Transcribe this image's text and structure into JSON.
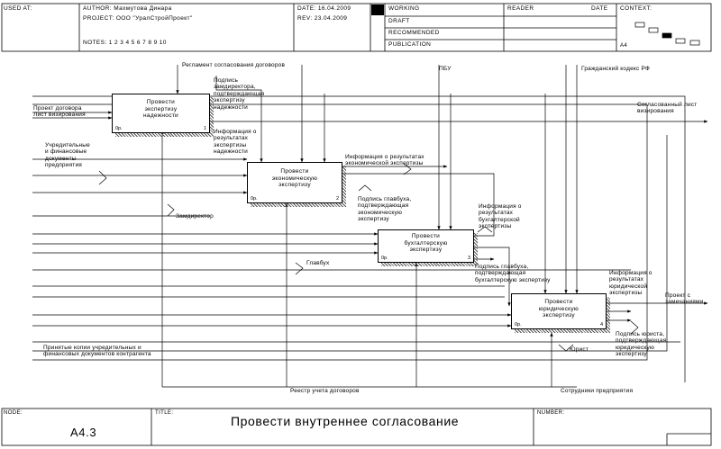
{
  "header": {
    "used_at": "USED AT:",
    "author": "AUTHOR:  Махмутова Динара",
    "project": "PROJECT:  ООО \"УралСтройПроект\"",
    "notes": "NOTES:  1  2  3  4  5  6  7  8  9  10",
    "date": "DATE:  16.04.2009",
    "rev": "REV:  23.04.2009",
    "working": "WORKING",
    "draft": "DRAFT",
    "recommended": "RECOMMENDED",
    "publication": "PUBLICATION",
    "reader": "READER",
    "reader_date": "DATE",
    "context": "CONTEXT:",
    "context_node": "A4"
  },
  "boxes": [
    {
      "title": "Провести\nэкспертизу\nнадежности",
      "cost": "0р.",
      "num": "1"
    },
    {
      "title": "Провести\nэкономическую\nэкспертизу",
      "cost": "0р.",
      "num": "2"
    },
    {
      "title": "Провести\nбухгалтерскую\nэкспертизу",
      "cost": "0р.",
      "num": "3"
    },
    {
      "title": "Провести\nюридическую\nэкспертизу",
      "cost": "0р.",
      "num": "4"
    }
  ],
  "arrows": {
    "reglament": "Регламент согласования договоров",
    "pbu": "ПБУ",
    "gk": "Гражданский кодекс РФ",
    "inputs": "Проект договора\nЛист визирования",
    "uchred_docs": "Учредительные\nи финансовые\nдокументы\nпредприятия",
    "sign_zam": "Подпись\nзамдиректора,\nподтверждающая\nэкспертизу\nнадежности",
    "info_zam": "Информация о\nрезультатах\nэкспертизы\nнадежности",
    "approved_sheet": "Согласованный лист\nвизирования",
    "info_econ": "Информация о результатах\nэкономической экспертизы",
    "sign_glavbukh_econ": "Подпись главбуха,\nподтверждающая\nэкономическую\nэкспертизу",
    "info_buh": "Информация о\nрезультатах\nбухгалтерской\nэкспертизы",
    "zamdir": "Замдиректор",
    "glavbukh": "Главбух",
    "sign_glavbukh_buh": "Подпись главбуха,\nподтверждающая\nбухгалтерскую экспертизу",
    "info_legal": "Информация о\nрезультатах\nюридической\nэкспертизы",
    "project_remarks": "Проект с\nзамечаниями",
    "copies": "Принятые копии учредительных и\nфинансовых документов контрагента",
    "sign_lawyer": "Подпись юриста,\nподтверждающая\nюридическую\nэкспертизу",
    "lawyer": "Юрист",
    "registry": "Реестр учета договоров",
    "employees": "Сотрудники предприятия"
  },
  "footer": {
    "node_label": "NODE:",
    "node_value": "A4.3",
    "title_label": "TITLE:",
    "title_value": "Провести  внутреннее согласование",
    "number_label": "NUMBER:"
  }
}
